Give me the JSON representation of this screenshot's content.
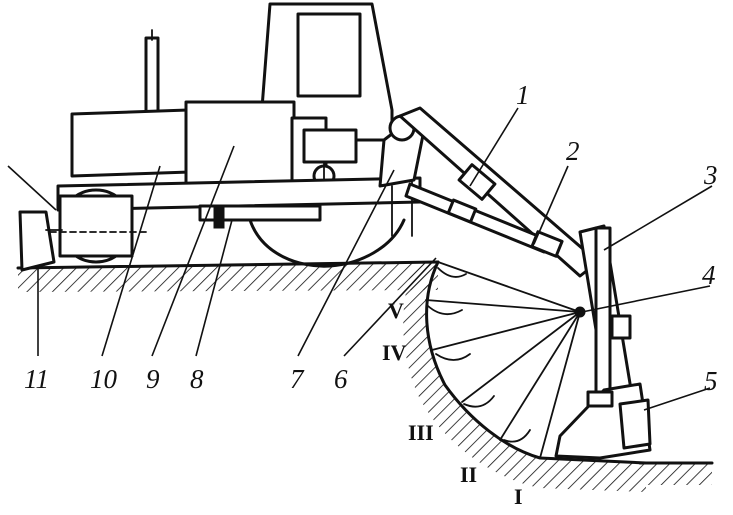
{
  "callouts": [
    "1",
    "2",
    "3",
    "4",
    "5",
    "6",
    "7",
    "8",
    "9",
    "10",
    "11"
  ],
  "positions": [
    "I",
    "II",
    "III",
    "IV",
    "V"
  ]
}
